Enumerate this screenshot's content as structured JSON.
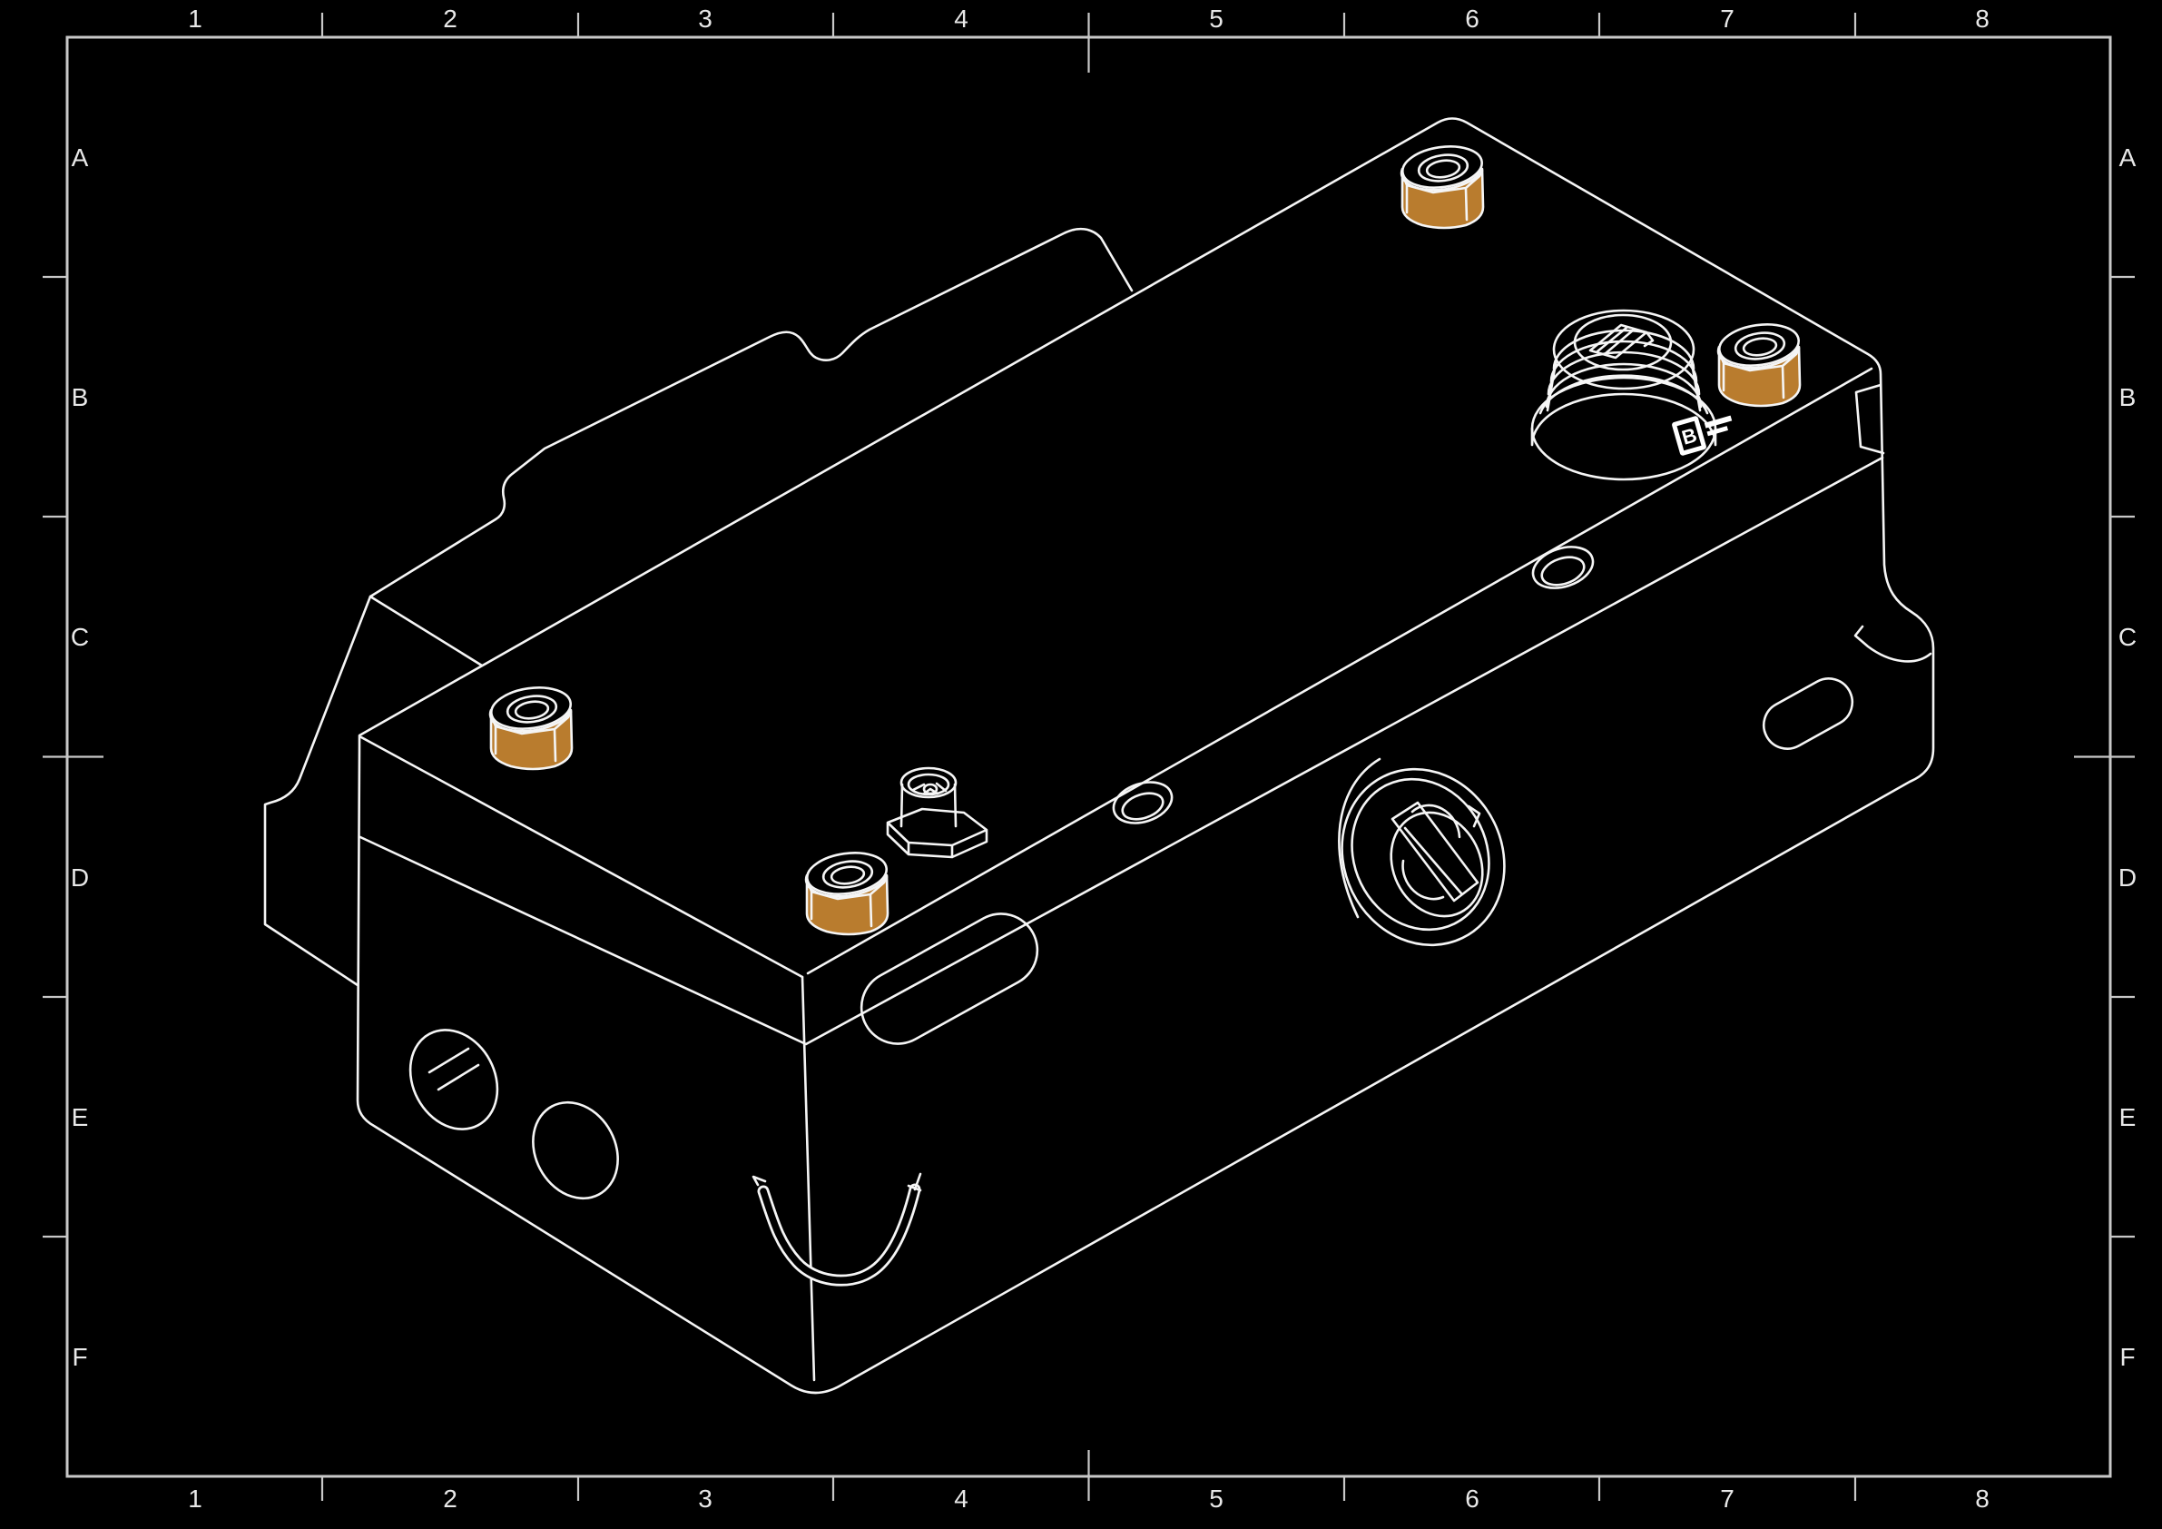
{
  "sheet": {
    "column_labels": [
      "1",
      "2",
      "3",
      "4",
      "5",
      "6",
      "7",
      "8"
    ],
    "row_labels": [
      "A",
      "B",
      "C",
      "D",
      "E",
      "F"
    ],
    "colors": {
      "background": "#000000",
      "drawing_line": "#F5F5F5",
      "frame_line": "#C8C8C8",
      "grid_label": "#E8E8E8",
      "fitting_highlight_orange": "#B97C2E"
    }
  },
  "drawing": {
    "connector_logo": "B",
    "features": [
      "valve-block-body",
      "mounting-bracket",
      "flare-nut-top",
      "flare-nut-right",
      "flare-nut-left",
      "flare-nut-front",
      "threaded-circular-connector",
      "bayonet-connector",
      "rf-pin-terminal",
      "chamfer-hole-right",
      "chamfer-hole-left",
      "slotted-oval-port",
      "oval-port",
      "tube-loop",
      "retaining-clip",
      "edge-notch",
      "oblong-pad-front",
      "oblong-pad-right"
    ]
  }
}
